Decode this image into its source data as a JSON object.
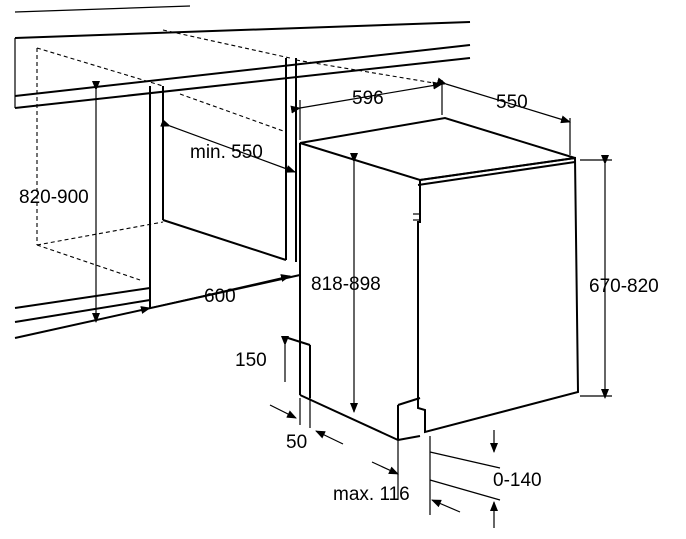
{
  "dimensions": {
    "niche_height": "820-900",
    "niche_depth_min": "min. 550",
    "niche_width": "600",
    "appliance_width": "596",
    "appliance_depth": "550",
    "appliance_height": "818-898",
    "door_height": "670-820",
    "plinth_height": "150",
    "plinth_setback": "50",
    "max_offset": "max. 116",
    "foot_adjust": "0-140"
  }
}
